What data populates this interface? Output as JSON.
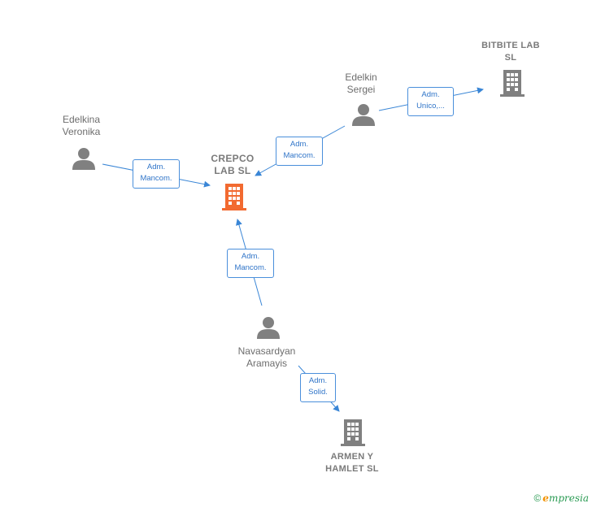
{
  "nodes": {
    "crepco": {
      "line1": "CREPCO",
      "line2": "LAB  SL",
      "type": "company",
      "color": "#f26a30"
    },
    "bitbite": {
      "line1": "BITBITE LAB",
      "line2": "SL",
      "type": "company",
      "color": "#808080"
    },
    "armen": {
      "line1": "ARMEN Y",
      "line2": "HAMLET SL",
      "type": "company",
      "color": "#808080"
    },
    "edelkina": {
      "line1": "Edelkina",
      "line2": "Veronika",
      "type": "person"
    },
    "edelkin": {
      "line1": "Edelkin",
      "line2": "Sergei",
      "type": "person"
    },
    "navasardyan": {
      "line1": "Navasardyan",
      "line2": "Aramayis",
      "type": "person"
    }
  },
  "edges": {
    "edelkina_crepco": {
      "line1": "Adm.",
      "line2": "Mancom."
    },
    "edelkin_crepco": {
      "line1": "Adm.",
      "line2": "Mancom."
    },
    "edelkin_bitbite": {
      "line1": "Adm.",
      "line2": "Unico,..."
    },
    "navasardyan_crepco": {
      "line1": "Adm.",
      "line2": "Mancom."
    },
    "navasardyan_armen": {
      "line1": "Adm.",
      "line2": "Solid."
    }
  },
  "colors": {
    "edge": "#3a86d6",
    "person": "#808080",
    "main_company": "#f26a30",
    "company": "#808080"
  },
  "footer": {
    "copyright": "©",
    "brand_initial": "e",
    "brand_rest": "mpresia"
  }
}
